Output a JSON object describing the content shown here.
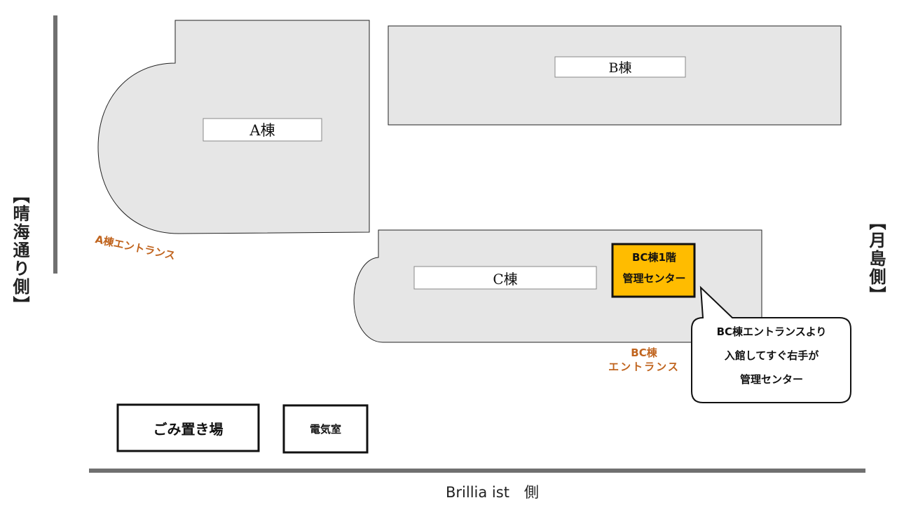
{
  "colors": {
    "building_fill": "#e6e6e6",
    "building_stroke": "#222222",
    "management_fill": "#ffbc00",
    "entrance_text": "#c0641e",
    "road": "#707070"
  },
  "buildings": {
    "a": {
      "label": "A棟"
    },
    "b": {
      "label": "B棟"
    },
    "c": {
      "label": "C棟"
    }
  },
  "management_center": {
    "line1": "BC棟1階",
    "line2": "管理センター"
  },
  "callout": {
    "line1": "BC棟エントランスより",
    "line2": "入館してすぐ右手が",
    "line3": "管理センター"
  },
  "entrances": {
    "a": "A棟エントランス",
    "bc_line1": "BC棟",
    "bc_line2": "エントランス"
  },
  "facilities": {
    "garbage": "ごみ置き場",
    "electric": "電気室"
  },
  "sides": {
    "left": "【晴海通り側】",
    "right": "【月島側】",
    "bottom": "Brillia ist　側"
  }
}
